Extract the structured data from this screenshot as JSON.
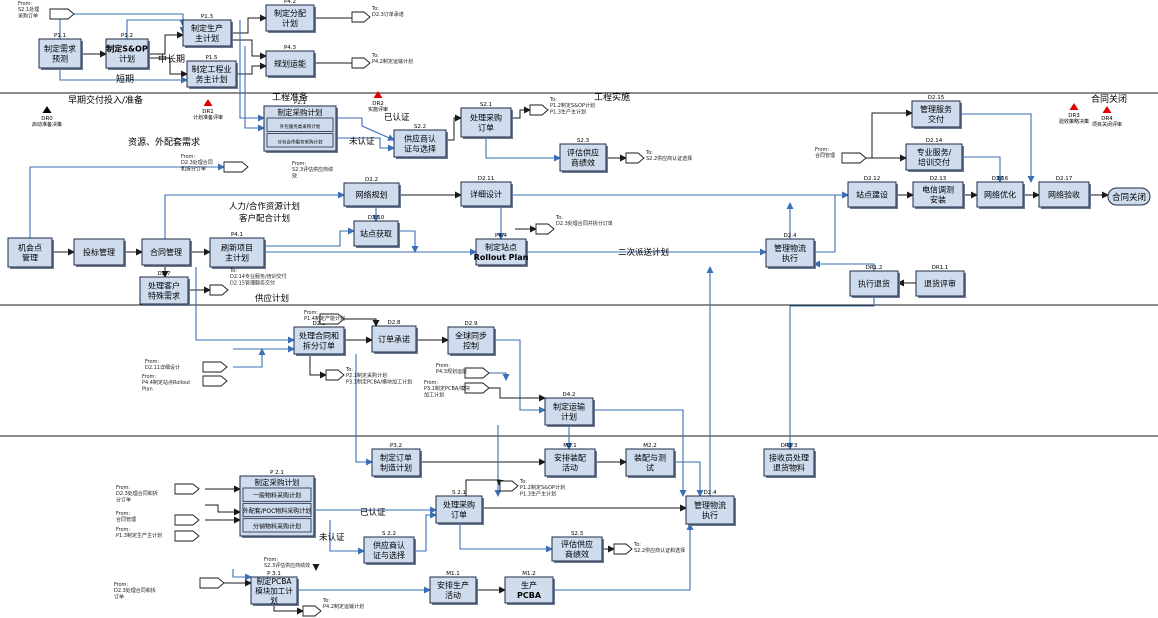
{
  "colors": {
    "box_fill": "#cfdcee",
    "box_stroke": "#1f2a44",
    "line": "#3b6fb5",
    "arrow": "#1a1a1a",
    "band_line": "#1a1a1a",
    "milestone": "#e00000",
    "milestone_dark": "#000000"
  },
  "boxes": [
    {
      "id": "P1.1",
      "code": "P1.1",
      "lines": [
        "制定需求",
        "预测"
      ]
    },
    {
      "id": "P1.2",
      "code": "P1.2",
      "lines": [
        "制定S&OP",
        "计划"
      ]
    },
    {
      "id": "P1.3",
      "code": "P1.3",
      "lines": [
        "制定生产",
        "主计划"
      ]
    },
    {
      "id": "P1.5",
      "code": "P1.5",
      "lines": [
        "制定工程业",
        "务主计划"
      ]
    },
    {
      "id": "P4.2",
      "code": "P4.2",
      "lines": [
        "制定分配",
        "计划"
      ]
    },
    {
      "id": "P4.3",
      "code": "P4.3",
      "lines": [
        "规划运能"
      ]
    },
    {
      "id": "P2.1a",
      "code": "P2.1",
      "lines": [
        "制定采购计划"
      ],
      "sub": [
        "外包服务类采购计划",
        "分包合作服务采购计划"
      ]
    },
    {
      "id": "S2.2a",
      "code": "S2.2",
      "lines": [
        "供应商认",
        "证与选择"
      ]
    },
    {
      "id": "S2.1a",
      "code": "S2.1",
      "lines": [
        "处理采购",
        "订单"
      ]
    },
    {
      "id": "S2.3a",
      "code": "S2.3",
      "lines": [
        "评估供应",
        "商绩效"
      ]
    },
    {
      "id": "D2.15",
      "code": "D2.15",
      "lines": [
        "管理服务",
        "交付"
      ]
    },
    {
      "id": "D2.14",
      "code": "D2.14",
      "lines": [
        "专业服务/",
        "培训交付"
      ]
    },
    {
      "id": "D2.2",
      "code": "D2.2",
      "lines": [
        "网络规划"
      ]
    },
    {
      "id": "D2.11",
      "code": "D2.11",
      "lines": [
        "详细设计"
      ]
    },
    {
      "id": "D2.12",
      "code": "D2.12",
      "lines": [
        "站点建设"
      ]
    },
    {
      "id": "D2.13",
      "code": "D2.13",
      "lines": [
        "电信调测",
        "安装"
      ]
    },
    {
      "id": "D2.16",
      "code": "D2.16",
      "lines": [
        "网络优化"
      ]
    },
    {
      "id": "D2.17",
      "code": "D2.17",
      "lines": [
        "网络验收"
      ]
    },
    {
      "id": "D2.10",
      "code": "D2.10",
      "lines": [
        "站点获取"
      ]
    },
    {
      "id": "P4.4",
      "code": "P4.4",
      "lines": [
        "制定站点",
        "Rollout Plan"
      ]
    },
    {
      "id": "D2.4a",
      "code": "D2.4",
      "lines": [
        "管理物流",
        "执行"
      ]
    },
    {
      "id": "OP",
      "code": "",
      "lines": [
        "机会点",
        "管理"
      ]
    },
    {
      "id": "BID",
      "code": "",
      "lines": [
        "投标管理"
      ]
    },
    {
      "id": "CON",
      "code": "",
      "lines": [
        "合同管理"
      ]
    },
    {
      "id": "P4.1",
      "code": "P4.1",
      "lines": [
        "刷新项目",
        "主计划"
      ]
    },
    {
      "id": "D2.7",
      "code": "D2.7",
      "lines": [
        "处理客户",
        "特殊需求"
      ]
    },
    {
      "id": "DR1.2",
      "code": "DR1.2",
      "lines": [
        "执行退货"
      ]
    },
    {
      "id": "DR1.1",
      "code": "DR1.1",
      "lines": [
        "退货评审"
      ]
    },
    {
      "id": "D2.3",
      "code": "D2.3",
      "lines": [
        "处理合同和",
        "拆分订单"
      ]
    },
    {
      "id": "D2.8",
      "code": "D2.8",
      "lines": [
        "订单承诺"
      ]
    },
    {
      "id": "D2.9",
      "code": "D2.9",
      "lines": [
        "全球同步",
        "控制"
      ]
    },
    {
      "id": "D4.2",
      "code": "D4.2",
      "lines": [
        "制定运输",
        "计划"
      ]
    },
    {
      "id": "P3.2",
      "code": "P3.2",
      "lines": [
        "制定订单",
        "制造计划"
      ]
    },
    {
      "id": "M2.1",
      "code": "M2.1",
      "lines": [
        "安排装配",
        "活动"
      ]
    },
    {
      "id": "M2.2",
      "code": "M2.2",
      "lines": [
        "装配与测",
        "试"
      ]
    },
    {
      "id": "DR1.3",
      "code": "DR1.3",
      "lines": [
        "接收员处理",
        "退货物料"
      ]
    },
    {
      "id": "P2.1b",
      "code": "P 2.1",
      "lines": [
        "制定采购计划"
      ],
      "sub": [
        "一般物料采购计划",
        "外配套/POC物料采购计划",
        "分销物料采购计划"
      ]
    },
    {
      "id": "S2.1b",
      "code": "S 2.1",
      "lines": [
        "处理采购",
        "订单"
      ]
    },
    {
      "id": "D2.4b",
      "code": "D2.4",
      "lines": [
        "管理物流",
        "执行"
      ]
    },
    {
      "id": "S2.2b",
      "code": "S 2.2",
      "lines": [
        "供应商认",
        "证与选择"
      ]
    },
    {
      "id": "S2.3b",
      "code": "S2.3",
      "lines": [
        "评估供应",
        "商绩效"
      ]
    },
    {
      "id": "P3.1",
      "code": "P 3.1",
      "lines": [
        "制定PCBA",
        "模块加工计",
        "划"
      ]
    },
    {
      "id": "M1.1",
      "code": "M1.1",
      "lines": [
        "安排生产",
        "活动"
      ]
    },
    {
      "id": "M1.2",
      "code": "M1.2",
      "lines": [
        "生产",
        "PCBA"
      ]
    }
  ],
  "terminal": "合同关闭",
  "section_labels": {
    "early": "早期交付投入/准备",
    "eng_prep": "工程准备",
    "eng_impl": "工程实施",
    "contract_close": "合同关闭"
  },
  "flow_labels": {
    "mid_long": "中长期",
    "short": "短期",
    "resource": "资源、外配套需求",
    "certified_top": "已认证",
    "uncertified_top": "未认证",
    "hr_plan": "人力/合作资源计划",
    "site_plan": "客户配合计划",
    "second_dispatch": "二次派送计划",
    "supply_plan": "供应计划",
    "certified_bottom": "已认证",
    "uncertified_bottom": "未认证"
  },
  "milestones": [
    {
      "code": "DR0",
      "text": "启动准备决策",
      "color": "dark"
    },
    {
      "code": "DR1",
      "text": "计划准备评审",
      "color": "red"
    },
    {
      "code": "DR2",
      "text": "实施评审",
      "color": "red"
    },
    {
      "code": "DR3",
      "text": "验收策略决策",
      "color": "red"
    },
    {
      "code": "DR4",
      "text": "项目关闭评审",
      "color": "red"
    }
  ],
  "notes": [
    {
      "id": "n1",
      "lines": [
        "From:",
        "S2.1处理",
        "采购订单"
      ]
    },
    {
      "id": "n2",
      "lines": [
        "To:",
        "D2.3订单承诺"
      ]
    },
    {
      "id": "n3",
      "lines": [
        "To:",
        "P4.2制定运输计划"
      ]
    },
    {
      "id": "n4",
      "lines": [
        "From:",
        "D2.3处理合同",
        "和拆分订单"
      ]
    },
    {
      "id": "n5",
      "lines": [
        "From:",
        "S2.3评估供应商绩",
        "效"
      ]
    },
    {
      "id": "n6",
      "lines": [
        "To:",
        "P1.2制定S&OP计划",
        "P1.3生产主计划"
      ]
    },
    {
      "id": "n7",
      "lines": [
        "To:",
        "S2.2供应商认证选择"
      ]
    },
    {
      "id": "n8",
      "lines": [
        "From:",
        "合同管理"
      ]
    },
    {
      "id": "n9",
      "lines": [
        "To:",
        "D2.3处理合同并拆分订单"
      ]
    },
    {
      "id": "n10",
      "lines": [
        "To:",
        "D2.14专业服务/培训交付",
        "D2.15管理服务交付"
      ]
    },
    {
      "id": "n11",
      "lines": [
        "From:",
        "P1.4制定产能计划"
      ]
    },
    {
      "id": "n12",
      "lines": [
        "From:",
        "D2.11详细设计"
      ]
    },
    {
      "id": "n13",
      "lines": [
        "From:",
        "P4.4制定站点Rollout",
        "Plan"
      ]
    },
    {
      "id": "n14",
      "lines": [
        "To:",
        "P2.1制定采购计划",
        "P3.1制定PCBA/模块加工计划"
      ]
    },
    {
      "id": "n15",
      "lines": [
        "From:",
        "P4.3规划运能"
      ]
    },
    {
      "id": "n16",
      "lines": [
        "From:",
        "P3.1制定PCBA/模块",
        "加工计划"
      ]
    },
    {
      "id": "n17",
      "lines": [
        "From:",
        "D2.3处理合同和拆",
        "分订单"
      ]
    },
    {
      "id": "n18",
      "lines": [
        "From:",
        "合同管理"
      ]
    },
    {
      "id": "n19",
      "lines": [
        "From:",
        "P1.3制定生产主计划"
      ]
    },
    {
      "id": "n20",
      "lines": [
        "From:",
        "S2.3评估供应商绩效"
      ]
    },
    {
      "id": "n21",
      "lines": [
        "To:",
        "P1.2制定S&OP计划",
        "P1.3生产主计划"
      ]
    },
    {
      "id": "n22",
      "lines": [
        "To:",
        "S2.2供应商认证和选择"
      ]
    },
    {
      "id": "n23",
      "lines": [
        "From:",
        "D2.3处理合同和拆",
        "订单"
      ]
    },
    {
      "id": "n24",
      "lines": [
        "To:",
        "P4.2制定运输计划"
      ]
    }
  ]
}
